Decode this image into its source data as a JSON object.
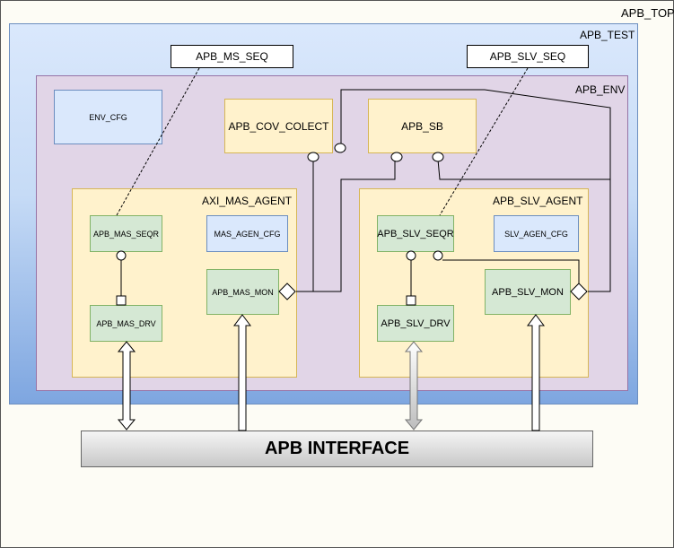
{
  "apb_top": "APB_TOP",
  "apb_test": "APB_TEST",
  "apb_env": "APB_ENV",
  "apb_ms_seq": "APB_MS_SEQ",
  "apb_slv_seq": "APB_SLV_SEQ",
  "env_cfg": "ENV_CFG",
  "apb_cov_colect": "APB_COV_COLECT",
  "apb_sb": "APB_SB",
  "axi_mas_agent": "AXI_MAS_AGENT",
  "apb_mas_seqr": "APB_MAS_SEQR",
  "mas_agen_cfg": "MAS_AGEN_CFG",
  "apb_mas_drv": "APB_MAS_DRV",
  "apb_mas_mon": "APB_MAS_MON",
  "apb_slv_agent": "APB_SLV_AGENT",
  "apb_slv_seqr": "APB_SLV_SEQR",
  "slv_agen_cfg": "SLV_AGEN_CFG",
  "apb_slv_drv": "APB_SLV_DRV",
  "apb_slv_mon": "APB_SLV_MON",
  "apb_interface": "APB INTERFACE"
}
